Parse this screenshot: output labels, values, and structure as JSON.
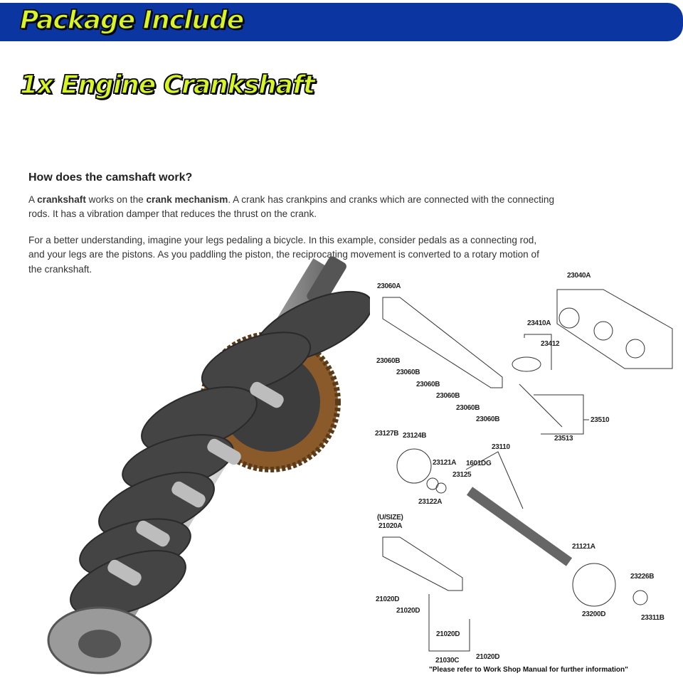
{
  "header": {
    "banner_title": "Package Include",
    "banner_color": "#0b35a0",
    "title_color": "#d8f52a"
  },
  "package": {
    "item": "1x Engine Crankshaft"
  },
  "article": {
    "heading": "How does the camshaft work?",
    "p1_parts": [
      "A ",
      "crankshaft",
      " works on the ",
      "crank mechanism",
      ". A crank has crankpins and cranks which are connected with the connecting rods. It has a vibration damper that reduces the thrust on the crank."
    ],
    "p2": "For a better understanding, imagine your legs pedaling a bicycle. In this example, consider pedals as a connecting rod, and your legs are the pistons. As you paddling the piston, the reciprocating movement is converted to a rotary motion of the crankshaft."
  },
  "diagram": {
    "labels": [
      "23060A",
      "23040A",
      "23410A",
      "23412",
      "23060B",
      "23060B",
      "23060B",
      "23060B",
      "23060B",
      "23060B",
      "23510",
      "23513",
      "23127B",
      "23124B",
      "23110",
      "23121A",
      "1601DG",
      "23125",
      "23122A",
      "(U/SIZE)",
      "21020A",
      "21020D",
      "21020D",
      "21020D",
      "21020D",
      "21030C",
      "21121A",
      "23226B",
      "23200D",
      "23311B"
    ],
    "note": "\"Please refer to Work Shop Manual for further information\""
  }
}
